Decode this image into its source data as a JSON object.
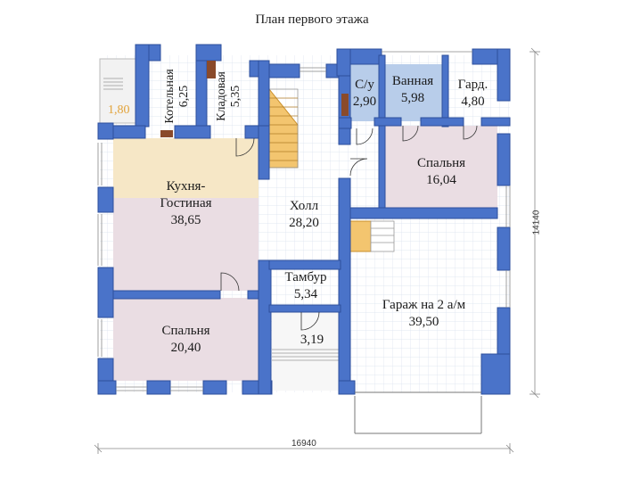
{
  "title": "План первого этажа",
  "colors": {
    "wall": "#4a73c9",
    "wall_stroke": "#2d4f9c",
    "grid_line": "#d9e1ee",
    "kitchen": "#f6e7c6",
    "living": "#eadde3",
    "bedroom": "#eadde3",
    "wet": "#b8cdea",
    "stairs": "#f3c56f",
    "dimension_line": "#888888",
    "text": "#1a1a1a",
    "area_accent": "#e2a33a"
  },
  "rooms": {
    "boiler": {
      "name": "Котельная",
      "area": "6,25"
    },
    "pantry": {
      "name": "Кладовая",
      "area": "5,35"
    },
    "wc": {
      "name": "С/у",
      "area": "2,90"
    },
    "bath": {
      "name": "Ванная",
      "area": "5,98"
    },
    "wardrobe": {
      "name": "Гард.",
      "area": "4,80"
    },
    "bedroom_right": {
      "name": "Спальня",
      "area": "16,04"
    },
    "kitchen_living": {
      "name1": "Кухня-",
      "name2": "Гостиная",
      "area": "38,65"
    },
    "hall": {
      "name": "Холл",
      "area": "28,20"
    },
    "vestibule": {
      "name": "Тамбур",
      "area": "5,34"
    },
    "garage": {
      "name": "Гараж на 2 а/м",
      "area": "39,50"
    },
    "bedroom_left": {
      "name": "Спальня",
      "area": "20,40"
    },
    "porch": {
      "area": "3,19"
    },
    "terrace": {
      "area": "1,80"
    }
  },
  "dimensions": {
    "width": "16940",
    "height": "14140"
  }
}
